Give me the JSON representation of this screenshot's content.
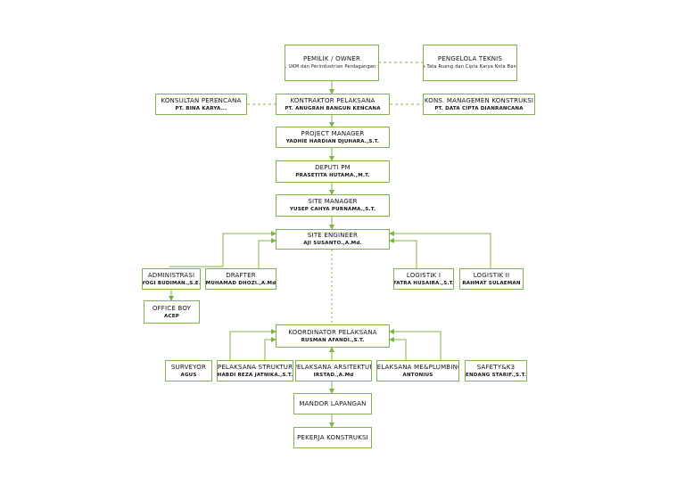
{
  "nodes": {
    "owner": {
      "title": "PEMILIK / OWNER",
      "subtitle": "Dinas Koprasi, UKM dan Perindustrian Perdagangan Kota Bandung"
    },
    "pengelola": {
      "title": "PENGELOLA TEKNIS",
      "subtitle": "Dinas Tata Ruang dan Cipta Karya Kota Bandung"
    },
    "konsultan": {
      "title": "KONSULTAN PERENCANA",
      "subtitle": "PT. BINA KARYA..."
    },
    "kontraktor": {
      "title": "KONTRAKTOR PELAKSANA",
      "subtitle": "PT. ANUGRAH BANGUN KENCANA"
    },
    "mk": {
      "title": "KONS. MANAGEMEN KONSTRUKSI",
      "subtitle": "PT. DATA CIPTA DIANRANCANA"
    },
    "pm": {
      "title": "PROJECT MANAGER",
      "subtitle": "YADHIE HARDIAN DJUHARA.,S.T."
    },
    "deputi": {
      "title": "DEPUTI PM",
      "subtitle": "PRASETITA HUTAMA.,M.T."
    },
    "site_manager": {
      "title": "SITE MANAGER",
      "subtitle": "YUSEP CAHYA PURNAMA.,S.T."
    },
    "site_engineer": {
      "title": "SITE ENGINEER",
      "subtitle": "AJI SUSANTO.,A.Md."
    },
    "administrasi": {
      "title": "ADMINISTRASI",
      "subtitle": "YOGI BUDIMAN.,S.E."
    },
    "drafter": {
      "title": "DRAFTER",
      "subtitle": "MUHAMAD DHOZI.,A.Md"
    },
    "logistik1": {
      "title": "LOGISTIK I",
      "subtitle": "FATRA HUSAIRA.,S.T."
    },
    "logistik2": {
      "title": "LOGISTIK II",
      "subtitle": "RAHMAT SULAEMAN"
    },
    "office_boy": {
      "title": "OFFICE BOY",
      "subtitle": "ACEP"
    },
    "koordinator": {
      "title": "KOORDINATOR PELAKSANA",
      "subtitle": "RUSMAN AFANDI.,S.T."
    },
    "surveyor": {
      "title": "SURVEYOR",
      "subtitle": "AGUS"
    },
    "struktur": {
      "title": "PELAKSANA STRUKTUR",
      "subtitle": "HABDI REZA JATNIKA.,S.T."
    },
    "arsitektur": {
      "title": "PELAKSANA ARSITEKTUR",
      "subtitle": "IRSTAD.,A.Md"
    },
    "meplumbing": {
      "title": "PELAKSANA ME&PLUMBING",
      "subtitle": "ANTONIUS"
    },
    "k3": {
      "title": "SAFETY&K3",
      "subtitle": "ENDANG STARIF.,S.T."
    },
    "mandor": {
      "title": "MANDOR LAPANGAN",
      "subtitle": ""
    },
    "pekerja": {
      "title": "PEKERJA KONSTRUKSI",
      "subtitle": ""
    }
  },
  "colors": {
    "line": "#7fb24a",
    "border": "#7fb24a",
    "text": "#111111"
  }
}
